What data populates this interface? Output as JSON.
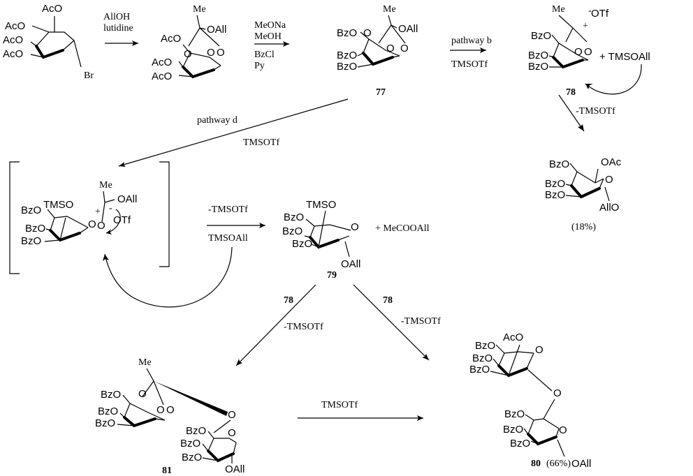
{
  "reactions": {
    "r1_reagents": [
      "AllOH",
      "lutidine"
    ],
    "r2_reagents": [
      "MeONa",
      "MeOH",
      "BzCl",
      "Py"
    ],
    "pathway_b": "pathway b",
    "pathway_b_reagent": "TMSOTf",
    "pathway_d": "pathway d",
    "pathway_d_reagent": "TMSOTf",
    "loss_78": "-TMSOTf",
    "loss_int": "-TMSOTf",
    "int_reagent": "TMSOAll",
    "plus_tmsoall": "+ TMSOAll",
    "plus_mecooall": "+ MeCOOAll",
    "left_compound": "78",
    "left_loss": "-TMSOTf",
    "right_compound": "78",
    "right_loss": "-TMSOTf",
    "bottom_reagent": "TMSOTf"
  },
  "compounds": {
    "c77": "77",
    "c78": "78",
    "c79": "79",
    "c80": "80",
    "c81": "81",
    "yield_ortho": "(18%)",
    "yield_80": "(66%)"
  },
  "groups": {
    "AcO": "AcO",
    "Br": "Br",
    "Me": "Me",
    "OAll": "OAll",
    "BzO": "BzO",
    "OTf": "OTf",
    "TMSO": "TMSO",
    "OAc": "OAc",
    "AllO": "AllO",
    "O": "O",
    "plus": "+",
    "minus": "-"
  }
}
